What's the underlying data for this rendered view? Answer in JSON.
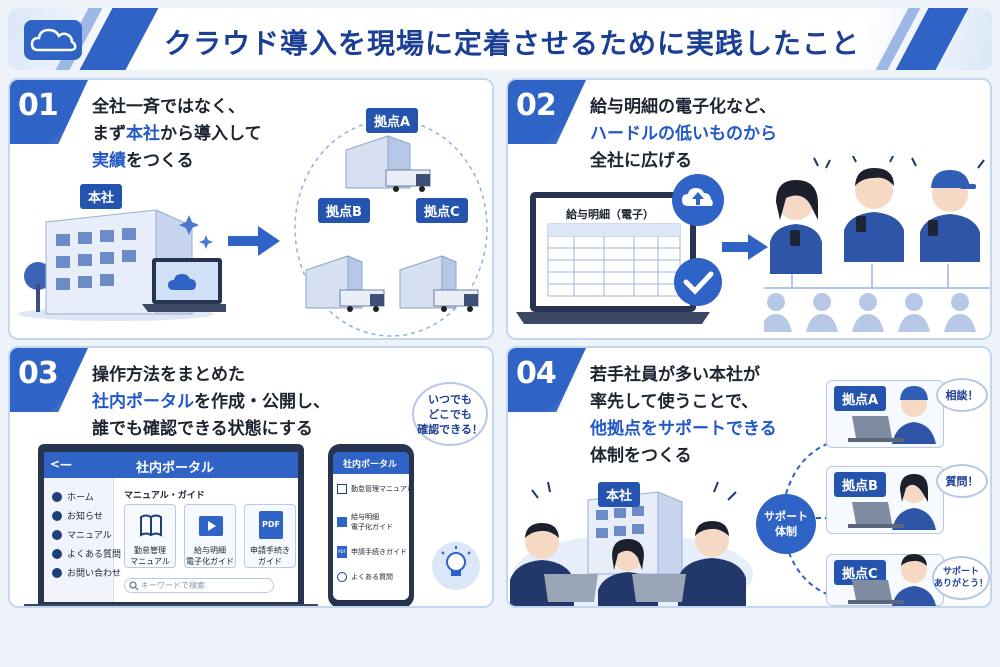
{
  "header": {
    "title": "クラウド導入を現場に定着させるために実践したこと"
  },
  "colors": {
    "primary": "#2f63c5",
    "title": "#1b3f95",
    "panel_border": "#c5d6ef",
    "highlight_text": "#2358c7"
  },
  "panels": [
    {
      "num": "01",
      "lead": [
        [
          {
            "t": "全社一斉ではなく、",
            "b": false
          }
        ],
        [
          {
            "t": "まず",
            "b": false
          },
          {
            "t": "本社",
            "b": true
          },
          {
            "t": "から導入して",
            "b": false
          }
        ],
        [
          {
            "t": "実績",
            "b": true
          },
          {
            "t": "をつくる",
            "b": false
          }
        ]
      ],
      "hq_label": "本社",
      "branches": [
        "拠点A",
        "拠点B",
        "拠点C"
      ]
    },
    {
      "num": "02",
      "lead": [
        [
          {
            "t": "給与明細の電子化など、",
            "b": false
          }
        ],
        [
          {
            "t": "ハードルの低いものから",
            "b": true
          }
        ],
        [
          {
            "t": "全社に広げる",
            "b": false
          }
        ]
      ],
      "screen_title": "給与明細（電子）"
    },
    {
      "num": "03",
      "lead": [
        [
          {
            "t": "操作方法をまとめた",
            "b": false
          }
        ],
        [
          {
            "t": "社内ポータル",
            "b": true
          },
          {
            "t": "を作成・公開し、",
            "b": false
          }
        ],
        [
          {
            "t": "誰でも確認できる状態にする",
            "b": false
          }
        ]
      ],
      "bubble": [
        "いつでも",
        "どこでも",
        "確認できる！"
      ],
      "portal": {
        "back": "<—",
        "title": "社内ポータル",
        "menu": [
          "ホーム",
          "お知らせ",
          "マニュアル",
          "よくある質問",
          "お問い合わせ"
        ],
        "section": "マニュアル・ガイド",
        "cards": [
          [
            "勤怠管理",
            "マニュアル"
          ],
          [
            "給与明細",
            "電子化ガイド"
          ],
          [
            "申請手続き",
            "ガイド"
          ]
        ],
        "pdf": "PDF",
        "search_placeholder": "キーワードで検索"
      },
      "phone": {
        "title": "社内ポータル",
        "items": [
          [
            "勤怠管理マニュアル"
          ],
          [
            "給与明細",
            "電子化ガイド"
          ],
          [
            "申請手続きガイド"
          ],
          [
            "よくある質問"
          ]
        ],
        "pdf": "PDF"
      }
    },
    {
      "num": "04",
      "lead": [
        [
          {
            "t": "若手社員が多い本社が",
            "b": false
          }
        ],
        [
          {
            "t": "率先して使うことで、",
            "b": false
          }
        ],
        [
          {
            "t": "他拠点をサポートできる",
            "b": true
          }
        ],
        [
          {
            "t": "体制をつくる",
            "b": false
          }
        ]
      ],
      "hq_label": "本社",
      "support": [
        "サポート",
        "体制"
      ],
      "branches": [
        {
          "label": "拠点A",
          "bubble": [
            "相談！"
          ]
        },
        {
          "label": "拠点B",
          "bubble": [
            "質問！"
          ]
        },
        {
          "label": "拠点C",
          "bubble": [
            "サポート",
            "ありがとう！"
          ]
        }
      ]
    }
  ]
}
